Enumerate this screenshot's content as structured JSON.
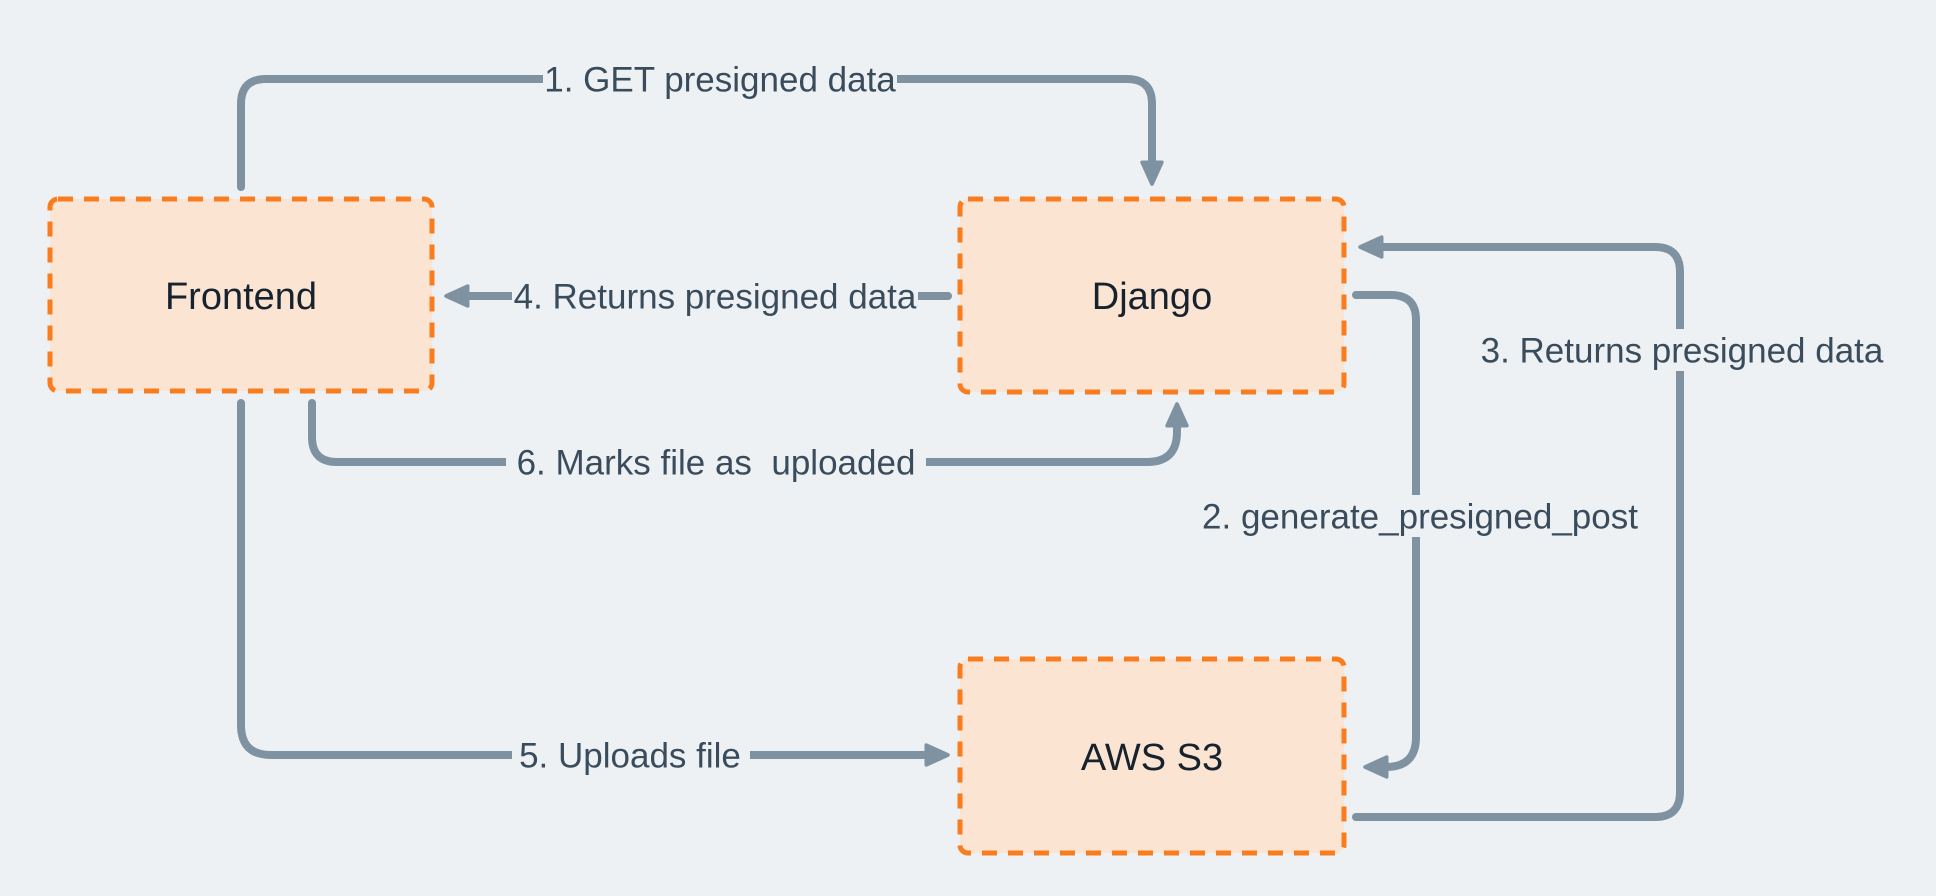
{
  "colors": {
    "background": "#edf1f4",
    "node_fill": "#fce4d3",
    "node_border": "#f97d1e",
    "connector": "#7e92a2",
    "edge_label_text": "#3a4c5c",
    "node_label_text": "#16222e"
  },
  "nodes": [
    {
      "id": "frontend",
      "label": "Frontend"
    },
    {
      "id": "django",
      "label": "Django"
    },
    {
      "id": "aws-s3",
      "label": "AWS S3"
    }
  ],
  "edges": [
    {
      "label": "1. GET presigned data",
      "from": "Frontend",
      "to": "Django"
    },
    {
      "label": "2. generate_presigned_post",
      "from": "Django",
      "to": "AWS S3"
    },
    {
      "label": "3. Returns presigned data",
      "from": "AWS S3",
      "to": "Django"
    },
    {
      "label": "4. Returns presigned data",
      "from": "Django",
      "to": "Frontend"
    },
    {
      "label": "5. Uploads file",
      "from": "Frontend",
      "to": "AWS S3"
    },
    {
      "label": "6. Marks file as  uploaded",
      "from": "Frontend",
      "to": "Django"
    }
  ]
}
